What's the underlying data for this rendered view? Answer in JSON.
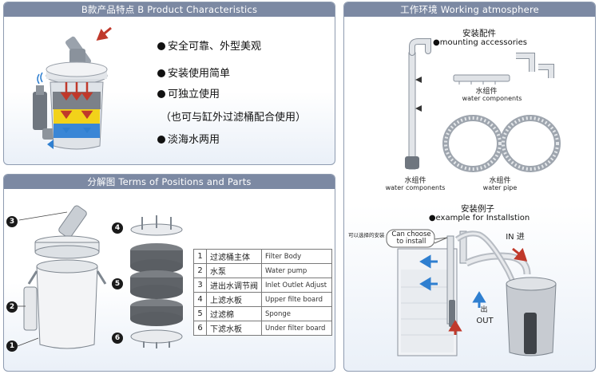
{
  "product_panel": {
    "header": "B款产品特点 B Product Characteristics",
    "features": [
      "安全可靠、外型美观",
      "安装使用简单",
      "可独立使用",
      "（也可与缸外过滤桶配合使用）",
      "淡海水两用"
    ]
  },
  "parts_panel": {
    "header": "分解图 Terms of Positions and Parts",
    "callouts": [
      "1",
      "2",
      "3",
      "4",
      "5",
      "6"
    ],
    "table": [
      {
        "n": "1",
        "cn": "过滤桶主体",
        "en": "Filter Body"
      },
      {
        "n": "2",
        "cn": "水泵",
        "en": "Water pump"
      },
      {
        "n": "3",
        "cn": "进出水调节阀",
        "en": "Inlet Outlet Adjust"
      },
      {
        "n": "4",
        "cn": "上滤水板",
        "en": "Upper filte board"
      },
      {
        "n": "5",
        "cn": "过滤棉",
        "en": "Sponge"
      },
      {
        "n": "6",
        "cn": "下滤水板",
        "en": "Under filter board"
      }
    ]
  },
  "work_panel": {
    "header": "工作环境 Working atmosphere",
    "accessories_cn": "安装配件",
    "accessories_en": "mounting accessories",
    "water_components_cn_1": "水组件",
    "water_components_en_1": "water components",
    "water_components_cn_2": "水组件",
    "water_components_en_2": "water components",
    "water_pipe_cn": "水组件",
    "water_pipe_en": "water pipe",
    "example_cn": "安装例子",
    "example_en": "example for Installstion",
    "optional_install": "可以选择的安装",
    "can_choose": "Can choose to install",
    "in_label": "IN 进",
    "out_cn": "出",
    "out_en": "OUT"
  },
  "colors": {
    "header_bg": "#7c89a3",
    "arrow_red": "#c0392b",
    "arrow_blue": "#2f7fd0",
    "layer_yellow": "#f2d21a",
    "layer_blue": "#3a86d6"
  }
}
